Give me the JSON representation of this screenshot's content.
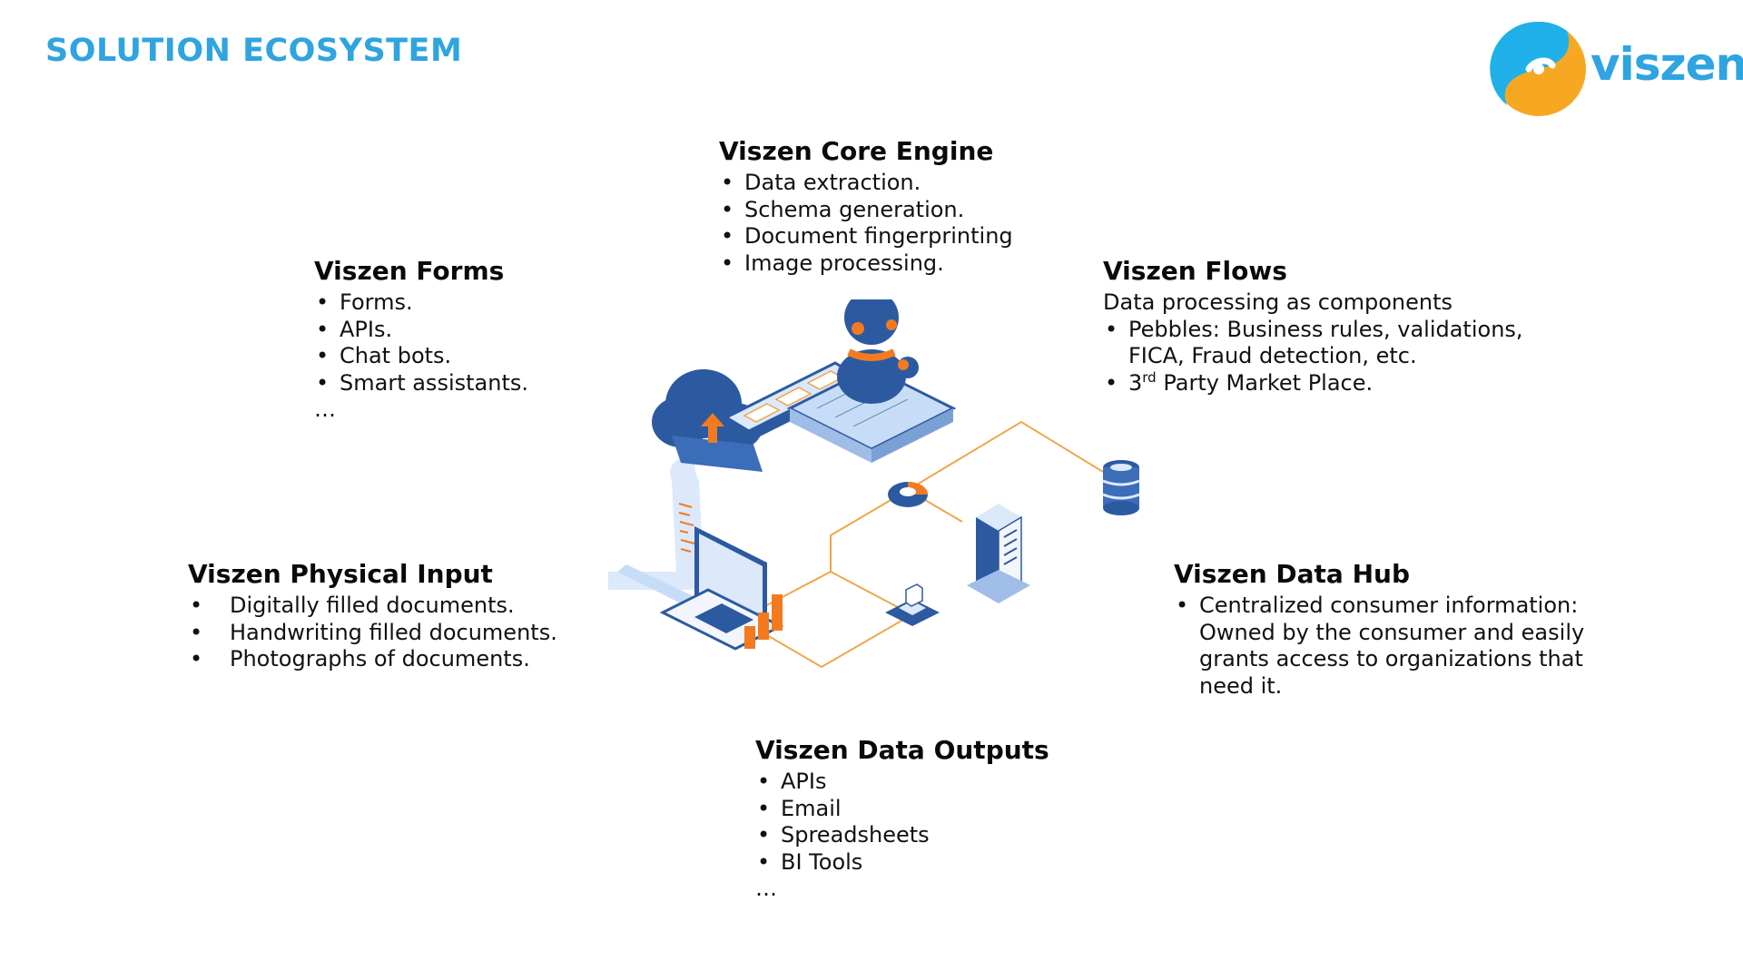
{
  "header": {
    "title": "SOLUTION ECOSYSTEM",
    "logo_text": "viszen"
  },
  "colors": {
    "title_blue": "#2fa4e0",
    "logo_orange": "#f7a823",
    "illustration_navy": "#2c5aa0",
    "illustration_light": "#dbe9fb",
    "accent_orange": "#f47a20",
    "connector_orange": "#f0a64a"
  },
  "sections": {
    "core_engine": {
      "title": "Viszen Core Engine",
      "items": [
        "Data extraction.",
        "Schema generation.",
        "Document fingerprinting",
        "Image processing."
      ]
    },
    "forms": {
      "title": "Viszen Forms",
      "items": [
        "Forms.",
        "APIs.",
        "Chat bots.",
        "Smart assistants."
      ],
      "ellipsis": "…"
    },
    "flows": {
      "title": "Viszen Flows",
      "subtitle": "Data processing as components",
      "items": [
        "Pebbles: Business rules, validations,",
        "FICA, Fraud detection, etc."
      ],
      "market_prefix": "3",
      "market_sup": "rd",
      "market_suffix": " Party Market Place."
    },
    "physical_input": {
      "title": "Viszen Physical Input",
      "items": [
        "Digitally filled documents.",
        "Handwriting filled documents.",
        "Photographs of documents."
      ]
    },
    "data_hub": {
      "title": "Viszen Data Hub",
      "lines": [
        "Centralized consumer information:",
        "Owned by the consumer and easily",
        "grants access to organizations that",
        "need it."
      ]
    },
    "data_outputs": {
      "title": "Viszen Data Outputs",
      "items": [
        "APIs",
        "Email",
        "Spreadsheets",
        "BI Tools"
      ],
      "ellipsis": "…"
    }
  },
  "illustration": {
    "icons": [
      "cloud-upload-icon",
      "robot-icon",
      "conveyor-documents-icon",
      "laptop-icon",
      "paper-scroll-icon",
      "bar-chart-icon",
      "pie-chart-icon",
      "server-icon",
      "database-icon",
      "inbox-tray-icon"
    ]
  }
}
